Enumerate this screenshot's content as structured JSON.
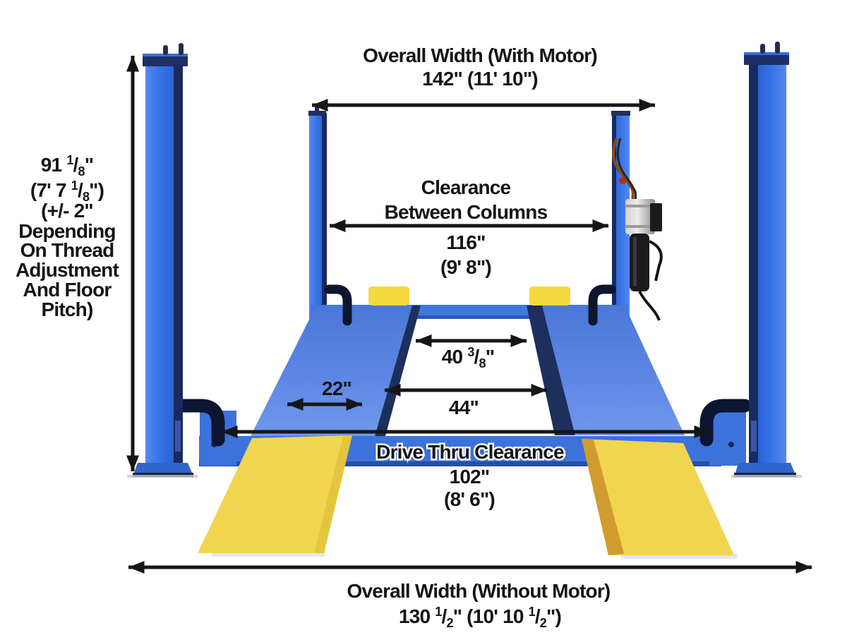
{
  "diagram_title": "Four-post lift dimension diagram",
  "dimensions": {
    "overall_with_motor": {
      "label": "Overall Width (With Motor)",
      "value": "142\" (11' 10\")"
    },
    "column_height": {
      "line1": {
        "pre": "91 ",
        "num": "1",
        "slash": "/",
        "den": "8",
        "post": "\""
      },
      "line2": {
        "pre": "(7' 7 ",
        "num": "1",
        "slash": "/",
        "den": "8",
        "post": "\")"
      },
      "lines": [
        "(+/- 2\"",
        "Depending",
        "On Thread",
        "Adjustment",
        "And Floor",
        "Pitch)"
      ]
    },
    "clearance_between_columns": {
      "label1": "Clearance",
      "label2": "Between Columns",
      "value_in": "116\"",
      "value_ft": "(9' 8\")"
    },
    "runway_inner_gap_top": {
      "pre": "40 ",
      "num": "3",
      "slash": "/",
      "den": "8",
      "post": "\""
    },
    "runway_width": {
      "value": "22\""
    },
    "runway_inner_gap_front": {
      "value": "44\""
    },
    "drive_thru": {
      "label": "Drive Thru Clearance",
      "value_in": "102\"",
      "value_ft": "(8' 6\")"
    },
    "overall_without_motor": {
      "label": "Overall Width (Without Motor)",
      "value": {
        "p1": "130 ",
        "num1": "1",
        "slash1": "/",
        "den1": "2",
        "p2": "\" (10' 10 ",
        "num2": "1",
        "slash2": "/",
        "den2": "2",
        "p3": "\")"
      }
    }
  },
  "colors": {
    "post_blue": "#3470e4",
    "navy": "#17265a",
    "runway_blue": "#5583e2",
    "beam_blue": "#3c72da",
    "yellow": "#f2d54f",
    "arrow_black": "#161616"
  }
}
